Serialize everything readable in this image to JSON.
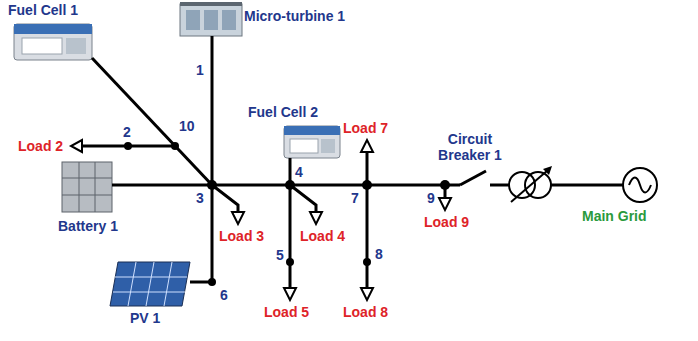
{
  "diagram": {
    "nodes": [
      {
        "text": [
          "Fuel Cell 1"
        ]
      },
      {
        "text": [
          "Micro-turbine 1"
        ]
      },
      {
        "text": [
          "Fuel Cell 2"
        ]
      },
      {
        "text": [
          "Battery 1"
        ]
      },
      {
        "text": [
          "PV 1"
        ]
      },
      {
        "text": [
          "Main Grid"
        ]
      }
    ],
    "labels": [
      "1",
      "2",
      "10",
      "Load 2",
      "3",
      "Load 3",
      "6",
      "4",
      "Load 4",
      "5",
      "Load 5",
      "7",
      "Load 7",
      "8",
      "Load 8",
      "9",
      "Load 9",
      "Circuit Breaker 1"
    ]
  }
}
